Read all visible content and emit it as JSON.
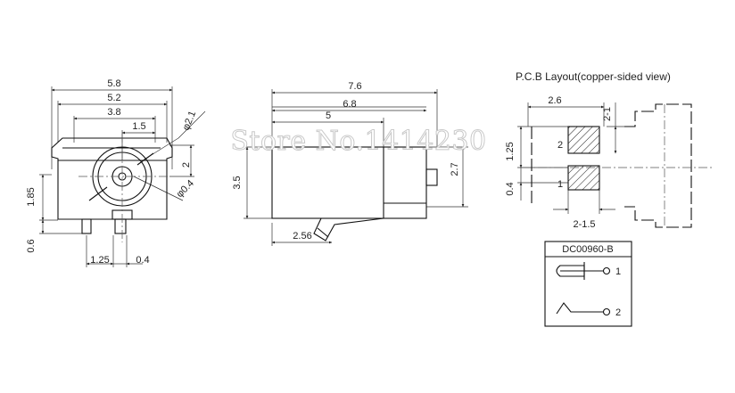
{
  "watermark": "Store No.1414230",
  "front_view": {
    "dims": [
      "5.8",
      "5.2",
      "3.8",
      "1.5",
      "φ2.1",
      "2",
      "φ0.4",
      "1.85",
      "0.6",
      "1.25",
      "0.4"
    ]
  },
  "side_view": {
    "dims": [
      "7.6",
      "6.8",
      "5",
      "3.5",
      "2.7",
      "2.56"
    ]
  },
  "pcb_layout": {
    "title": "P.C.B Layout(copper-sided view)",
    "dims": [
      "2.6",
      "2-1",
      "1.25",
      "0.4",
      "2-1.5"
    ],
    "pad_labels": [
      "2",
      "1"
    ]
  },
  "schematic": {
    "part_number": "DC00960-B",
    "pins": [
      "1",
      "2"
    ]
  }
}
